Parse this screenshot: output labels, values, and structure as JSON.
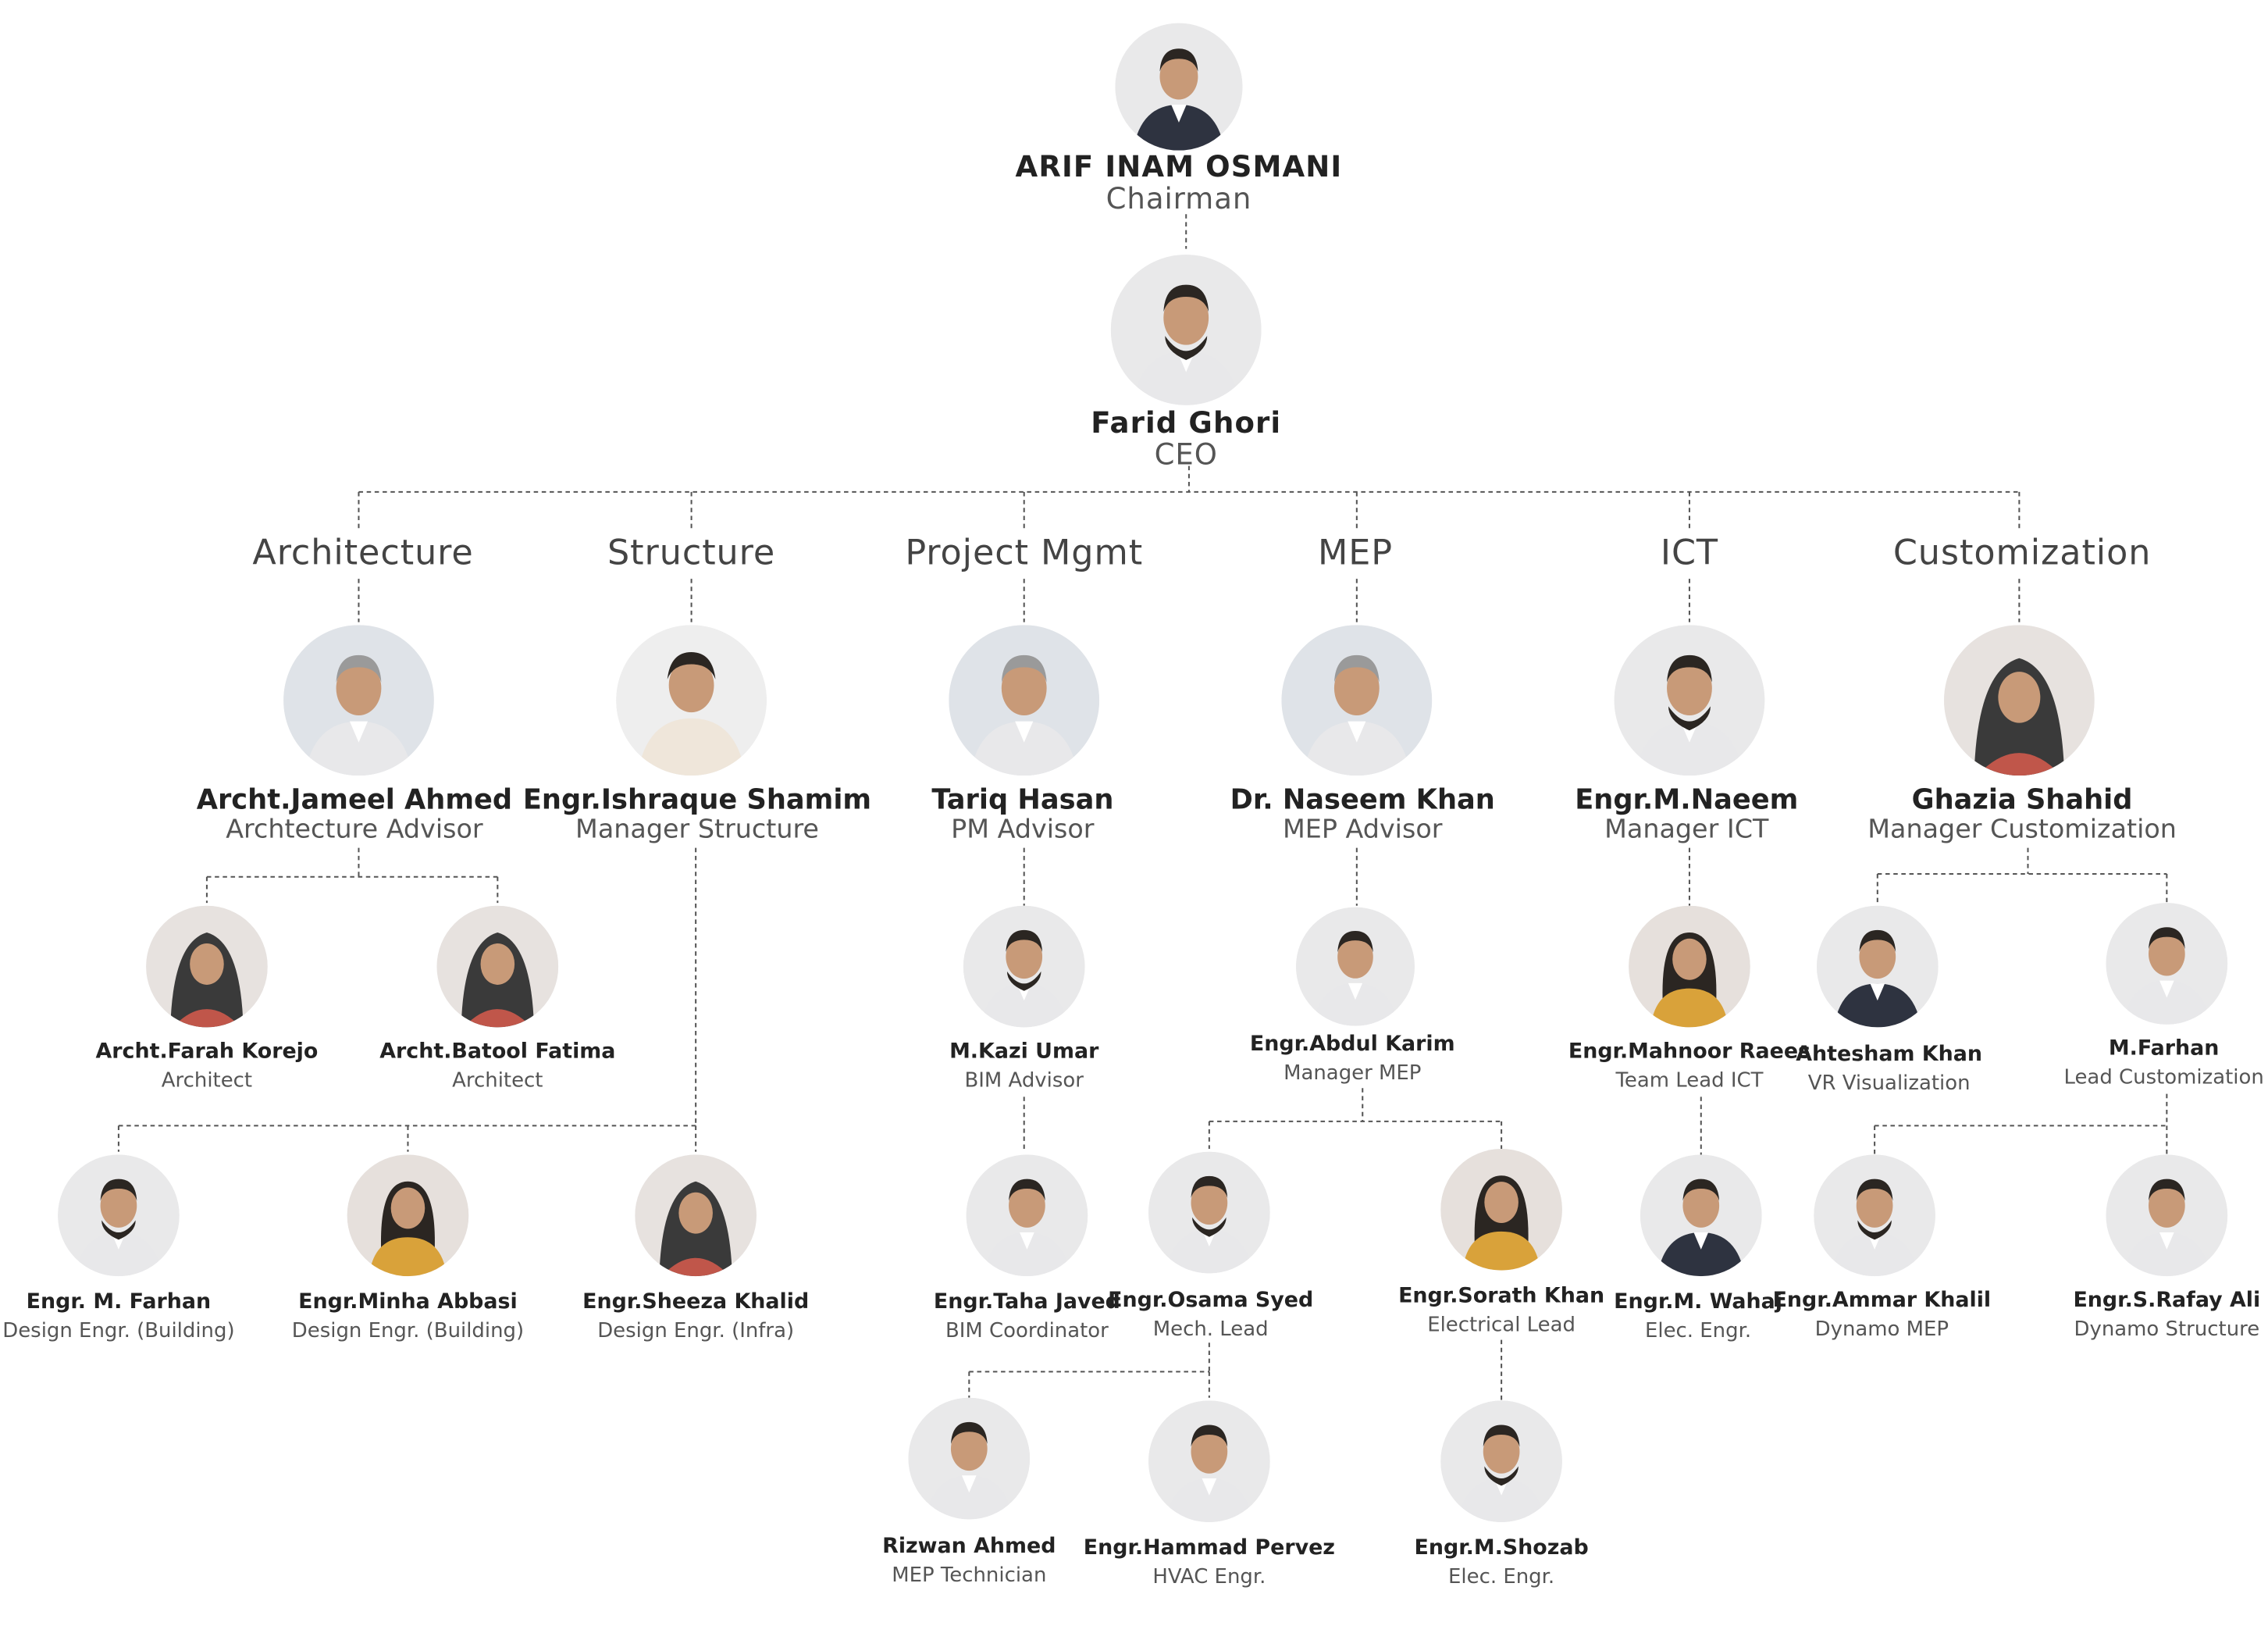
{
  "departments": [
    {
      "label": "Architecture"
    },
    {
      "label": "Structure"
    },
    {
      "label": "Project Mgmt"
    },
    {
      "label": "MEP"
    },
    {
      "label": "ICT"
    },
    {
      "label": "Customization"
    }
  ],
  "people": {
    "chairman": {
      "name": "ARIF INAM OSMANI",
      "role": "Chairman"
    },
    "ceo": {
      "name": "Farid Ghori",
      "role": "CEO"
    },
    "jameel": {
      "name": "Archt.Jameel Ahmed",
      "role": "Archtecture Advisor"
    },
    "ishraque": {
      "name": "Engr.Ishraque Shamim",
      "role": "Manager Structure"
    },
    "tariq": {
      "name": "Tariq Hasan",
      "role": "PM Advisor"
    },
    "naseem": {
      "name": "Dr. Naseem Khan",
      "role": "MEP Advisor"
    },
    "naeem": {
      "name": "Engr.M.Naeem",
      "role": "Manager ICT"
    },
    "ghazia": {
      "name": "Ghazia Shahid",
      "role": "Manager Customization"
    },
    "farah": {
      "name": "Archt.Farah Korejo",
      "role": "Architect"
    },
    "batool": {
      "name": "Archt.Batool Fatima",
      "role": "Architect"
    },
    "kazi": {
      "name": "M.Kazi Umar",
      "role": "BIM Advisor"
    },
    "abdul": {
      "name": "Engr.Abdul Karim",
      "role": "Manager MEP"
    },
    "mahnoor": {
      "name": "Engr.Mahnoor Raees",
      "role": "Team Lead ICT"
    },
    "ahtesham": {
      "name": "Ahtesham Khan",
      "role": "VR Visualization"
    },
    "mfarhan": {
      "name": "M.Farhan",
      "role": "Lead Customization"
    },
    "efarhan": {
      "name": "Engr. M. Farhan",
      "role": "Design Engr. (Building)"
    },
    "minha": {
      "name": "Engr.Minha Abbasi",
      "role": "Design Engr. (Building)"
    },
    "sheeza": {
      "name": "Engr.Sheeza Khalid",
      "role": "Design Engr. (Infra)"
    },
    "taha": {
      "name": "Engr.Taha Javed",
      "role": "BIM Coordinator"
    },
    "osama": {
      "name": "Engr.Osama Syed",
      "role": "Mech. Lead"
    },
    "sorath": {
      "name": "Engr.Sorath Khan",
      "role": "Electrical Lead"
    },
    "wahaj": {
      "name": "Engr.M. Wahaj",
      "role": "Elec. Engr."
    },
    "ammar": {
      "name": "Engr.Ammar Khalil",
      "role": "Dynamo MEP"
    },
    "rafay": {
      "name": "Engr.S.Rafay Ali",
      "role": "Dynamo Structure"
    },
    "rizwan": {
      "name": "Rizwan Ahmed",
      "role": "MEP Technician"
    },
    "hammad": {
      "name": "Engr.Hammad Pervez",
      "role": "HVAC Engr."
    },
    "shozab": {
      "name": "Engr.M.Shozab",
      "role": "Elec. Engr."
    }
  },
  "colors": {
    "line": "#555555",
    "name": "#222222",
    "role": "#555555",
    "dept": "#444444"
  }
}
